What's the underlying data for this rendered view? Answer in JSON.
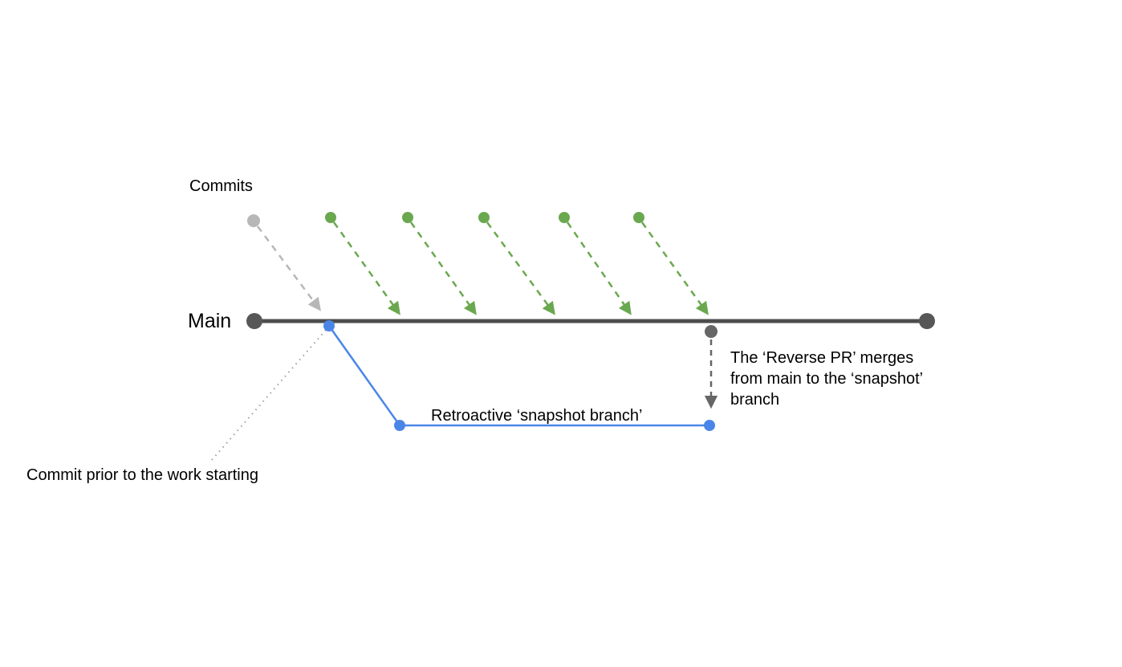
{
  "diagram": {
    "title": "Retroactive snapshot branch git diagram",
    "labels": {
      "commits": "Commits",
      "main": "Main",
      "snapshot_branch": "Retroactive ‘snapshot branch’",
      "reverse_pr": "The ‘Reverse PR’ merges from main to the ‘snapshot’ branch",
      "commit_prior": "Commit prior to the work starting"
    },
    "colors": {
      "main_line": "#4d4d4d",
      "main_dot": "#575757",
      "green": "#6aa84f",
      "blue": "#4a86e8",
      "light_gray": "#b7b7b7",
      "dark_gray": "#666666",
      "dotted_leader": "#9a9a9a"
    },
    "counts": {
      "green_commits": 5,
      "snapshot_branch_dots": 3
    }
  }
}
